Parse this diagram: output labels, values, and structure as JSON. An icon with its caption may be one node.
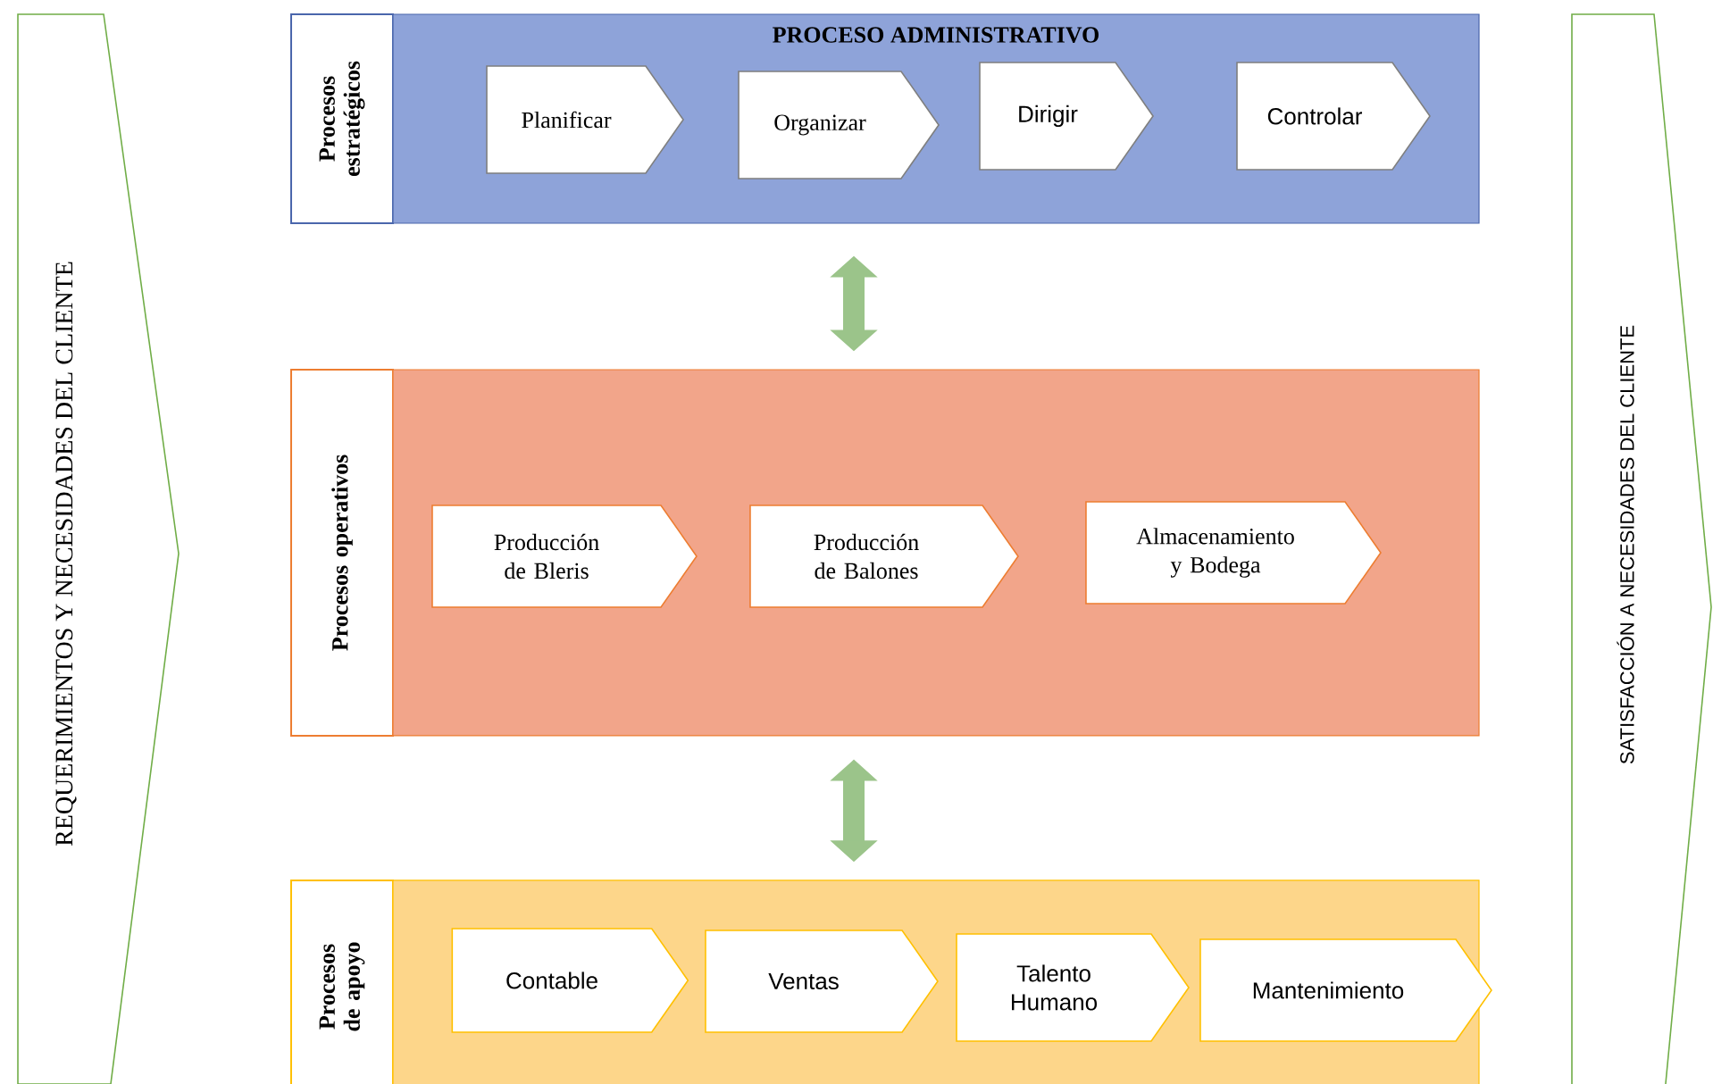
{
  "diagram": {
    "nodes": [
      {
        "text": [
          "REQUERIMIENTOS Y NECESIDADES DEL CLIENTE"
        ]
      },
      {
        "text": [
          "Procesos estratégicos"
        ]
      },
      {
        "text": [
          "PROCESO ADMINISTRATIVO"
        ]
      },
      {
        "text": [
          "Planificar"
        ],
        "in": 2
      },
      {
        "text": [
          "Organizar"
        ],
        "in": 2
      },
      {
        "text": [
          "Dirigir"
        ],
        "in": 2
      },
      {
        "text": [
          "Controlar"
        ],
        "in": 2
      },
      {
        "text": [
          "Procesos operativos"
        ]
      },
      {
        "text": [],
        "shape": "box"
      },
      {
        "text": [
          "Producción de Bleris"
        ],
        "in": 8
      },
      {
        "text": [
          "Producción de Balones"
        ],
        "in": 8
      },
      {
        "text": [
          "Almacenamiento y Bodega"
        ],
        "in": 8
      },
      {
        "text": [
          "Procesos de apoyo"
        ]
      },
      {
        "text": [],
        "shape": "box"
      },
      {
        "text": [
          "Contable"
        ],
        "in": 13
      },
      {
        "text": [
          "Ventas"
        ],
        "in": 13
      },
      {
        "text": [
          "Talento Humano"
        ],
        "in": 13
      },
      {
        "text": [
          "Mantenimiento"
        ],
        "in": 13
      },
      {
        "text": [
          "SATISFACCIÓN A NECESIDADES DEL CLIENTE"
        ]
      }
    ],
    "edges": [
      {
        "from": 2,
        "to": 8,
        "arrow": "both"
      },
      {
        "from": 8,
        "to": 13,
        "arrow": "both"
      }
    ]
  }
}
